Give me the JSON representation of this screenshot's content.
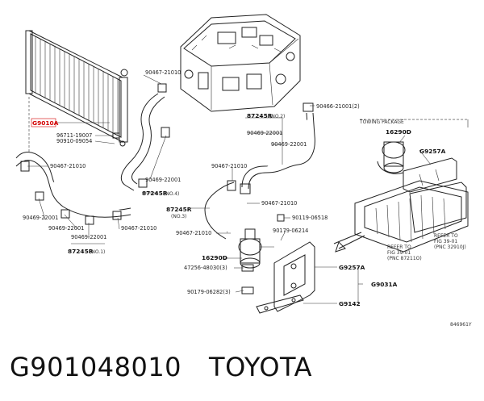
{
  "labels": {
    "l_90467_21010_top": "90467-21010",
    "l_96711_19007": "96711-19007",
    "l_90910_09054": "90910-09054",
    "l_g9010a": "G9010A",
    "l_90467_21010_left": "90467-21010",
    "l_90469_22001_a": "90469-22001",
    "l_90469_22001_b": "90469-22001",
    "l_90469_22001_c": "90469-22001",
    "l_90467_21010_lower": "90467-21010",
    "l_87245r_no1": "87245R",
    "l_no1": "(NO.1)",
    "l_90469_22001_mid": "90469-22001",
    "l_87245r_no4": "87245R",
    "l_no4": "(NO.4)",
    "l_90466_21001": "90466-21001(2)",
    "l_87245r_no2": "87245R",
    "l_no2": "(NO.2)",
    "l_90469_22001_r1": "90469-22001",
    "l_90469_22001_r2": "90469-22001",
    "l_90467_21010_r": "90467-21010",
    "l_87245r_no3": "87245R",
    "l_no3": "(NO.3)",
    "l_90467_21010_c": "90467-21010",
    "l_90119_06518": "90119-06518",
    "l_90467_21010_c2": "90467-21010",
    "l_90179_06214": "90179-06214",
    "l_16290d_c": "16290D",
    "l_g9257a_c": "G9257A",
    "l_47256": "47256-48030(3)",
    "l_g9031a": "G9031A",
    "l_90179_06282": "90179-06282(3)",
    "l_g9142": "G9142",
    "l_towing": "TOWING PACKAGE",
    "l_16290d_r": "16290D",
    "l_g9257a_r": "G9257A",
    "l_refer1_a": "REFER TO",
    "l_refer1_b": "FIG 39-01",
    "l_refer1_c": "(PNC 87211O)",
    "l_refer2_a": "REFER TO",
    "l_refer2_b": "FIG 39-01",
    "l_refer2_c": "(PNC 32910J)",
    "l_fig": "846961Y"
  },
  "caption": {
    "part_number": "G901048010",
    "brand": "TOYOTA"
  },
  "colors": {
    "highlight": "#d40000",
    "line": "#222222"
  }
}
